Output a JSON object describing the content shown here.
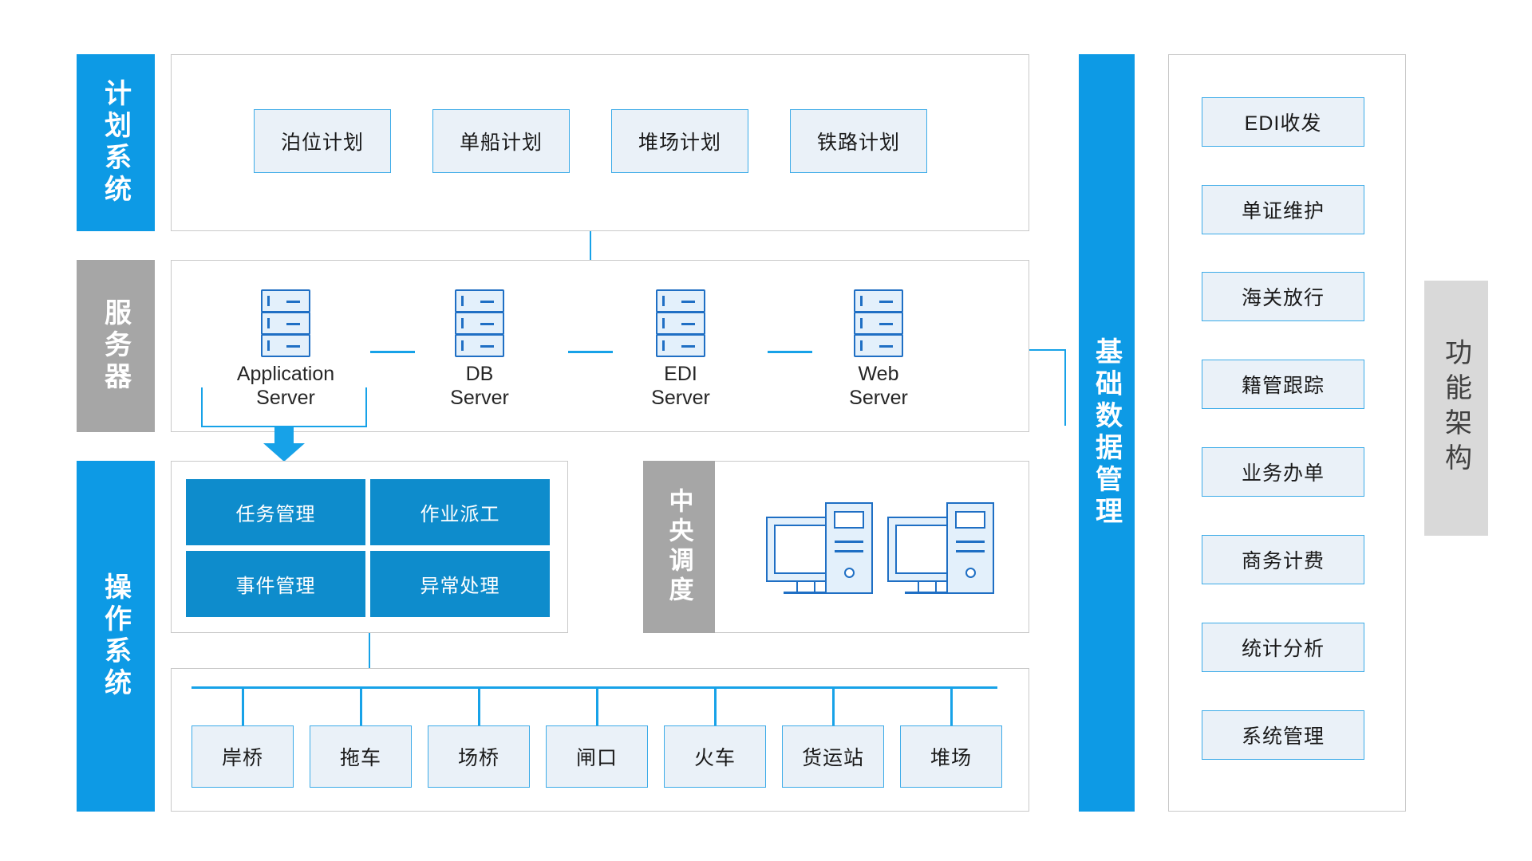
{
  "diagram": {
    "title_right": "功能架构",
    "colors": {
      "accent_blue": "#0d9ae5",
      "module_blue": "#0e8ccc",
      "node_border": "#3cabe8",
      "node_fill": "#eaf1f8",
      "gray_bar": "#a6a6a6",
      "gray_light": "#d9d9d9",
      "panel_border": "#c9c9c9",
      "connector": "#17a2e8",
      "icon_blue": "#1f6fc4",
      "icon_fill": "#e3f0fb"
    }
  },
  "layers": {
    "planning": {
      "bar_label": "计划系统",
      "items": [
        {
          "label": "泊位计划"
        },
        {
          "label": "单船计划"
        },
        {
          "label": "堆场计划"
        },
        {
          "label": "铁路计划"
        }
      ]
    },
    "servers": {
      "bar_label": "服务器",
      "items": [
        {
          "label": "Application\nServer",
          "icon": "server-rack-icon"
        },
        {
          "label": "DB\nServer",
          "icon": "server-rack-icon"
        },
        {
          "label": "EDI\nServer",
          "icon": "server-rack-icon"
        },
        {
          "label": "Web\nServer",
          "icon": "server-rack-icon"
        }
      ]
    },
    "operations": {
      "bar_label": "操作系统",
      "modules": [
        {
          "label": "任务管理"
        },
        {
          "label": "作业派工"
        },
        {
          "label": "事件管理"
        },
        {
          "label": "异常处理"
        }
      ],
      "dispatch": {
        "bar_label": "中央调度",
        "icons": [
          {
            "name": "desktop-computer-icon"
          },
          {
            "name": "desktop-computer-icon"
          }
        ]
      },
      "equipment": [
        {
          "label": "岸桥"
        },
        {
          "label": "拖车"
        },
        {
          "label": "场桥"
        },
        {
          "label": "闸口"
        },
        {
          "label": "火车"
        },
        {
          "label": "货运站"
        },
        {
          "label": "堆场"
        }
      ]
    },
    "data_management": {
      "bar_label": "基础数据管理",
      "items": [
        {
          "label": "EDI收发"
        },
        {
          "label": "单证维护"
        },
        {
          "label": "海关放行"
        },
        {
          "label": "籍管跟踪"
        },
        {
          "label": "业务办单"
        },
        {
          "label": "商务计费"
        },
        {
          "label": "统计分析"
        },
        {
          "label": "系统管理"
        }
      ]
    }
  }
}
